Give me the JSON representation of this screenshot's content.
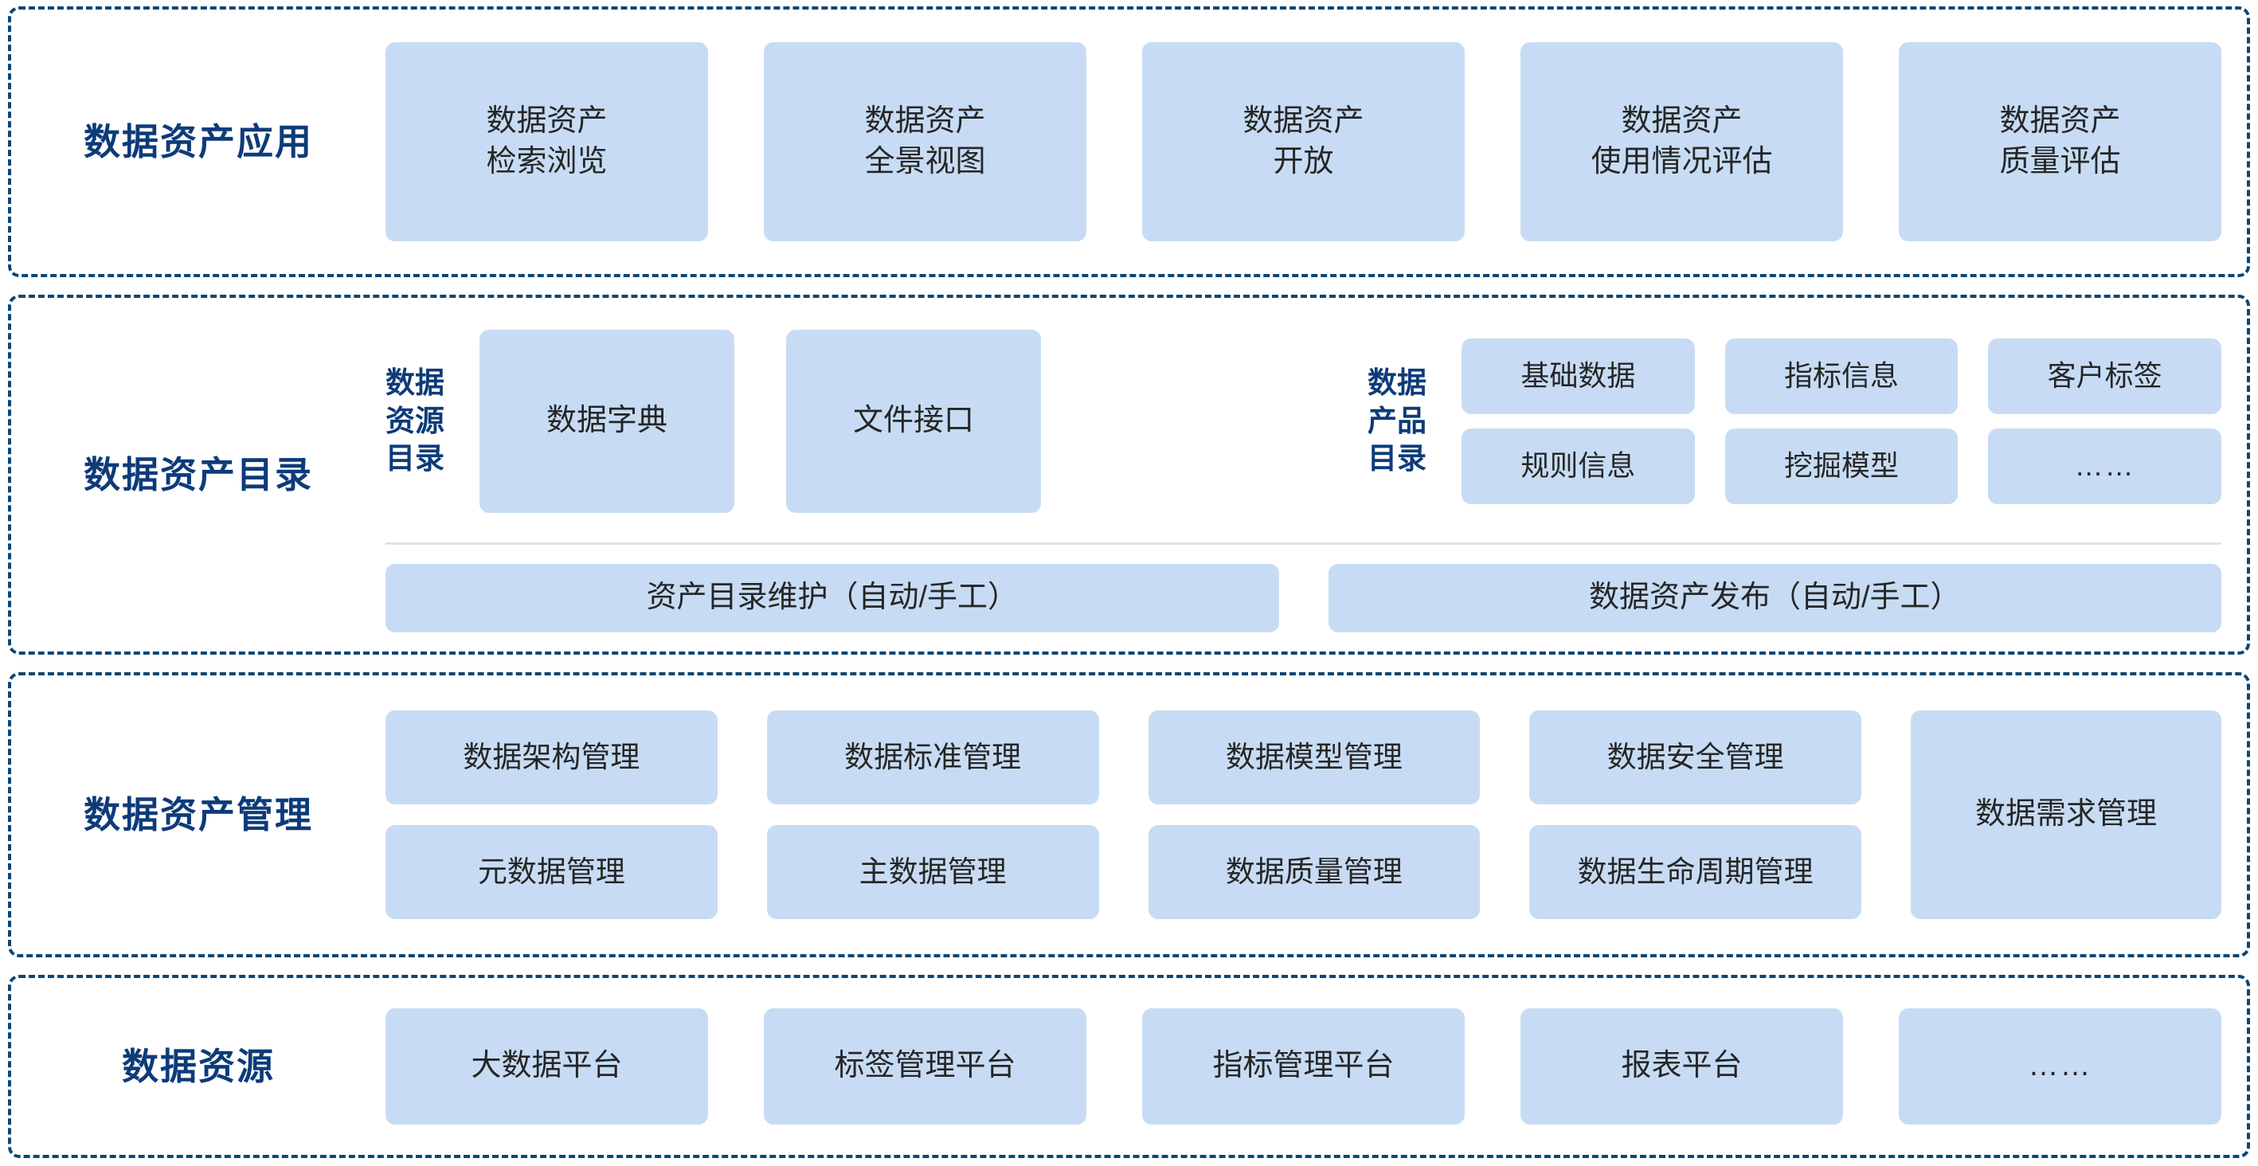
{
  "colors": {
    "band_border": "#0c4674",
    "title_navy": "#0d3b7a",
    "card_fill": "#c7dcf4",
    "card_text": "#262626",
    "divider": "#e3e3e3",
    "background": "#ffffff"
  },
  "layers": {
    "application": {
      "title": "数据资产应用",
      "cards": [
        "数据资产\n检索浏览",
        "数据资产\n全景视图",
        "数据资产\n开放",
        "数据资产\n使用情况评估",
        "数据资产\n质量评估"
      ]
    },
    "catalog": {
      "title": "数据资产目录",
      "resource_catalog": {
        "sub_title": "数据\n资源\n目录",
        "cards": [
          "数据字典",
          "文件接口"
        ]
      },
      "product_catalog": {
        "sub_title": "数据\n产品\n目录",
        "cards": [
          "基础数据",
          "指标信息",
          "客户标签",
          "规则信息",
          "挖掘模型",
          "……"
        ]
      },
      "bottom_cards": [
        "资产目录维护（自动/手工）",
        "数据资产发布（自动/手工）"
      ]
    },
    "management": {
      "title": "数据资产管理",
      "grid_cards": [
        "数据架构管理",
        "数据标准管理",
        "数据模型管理",
        "数据安全管理",
        "元数据管理",
        "主数据管理",
        "数据质量管理",
        "数据生命周期管理"
      ],
      "tall_card": "数据需求管理"
    },
    "resource": {
      "title": "数据资源",
      "cards": [
        "大数据平台",
        "标签管理平台",
        "指标管理平台",
        "报表平台",
        "……"
      ]
    }
  }
}
